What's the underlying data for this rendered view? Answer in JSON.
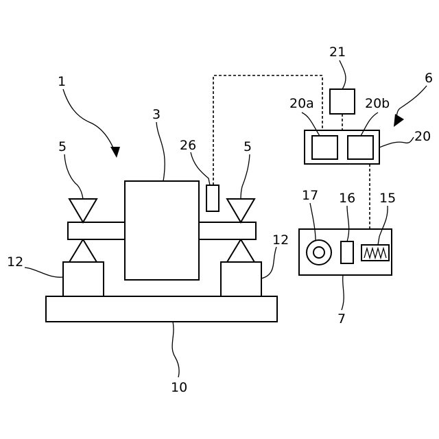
{
  "labels": {
    "assembly": "1",
    "body": "3",
    "support_left": "5",
    "support_right": "5",
    "system": "6",
    "unit": "7",
    "base": "10",
    "pedestal_left": "12",
    "pedestal_right": "12",
    "waveform": "15",
    "module_16": "16",
    "dial": "17",
    "controller": "20",
    "controller_a": "20a",
    "controller_b": "20b",
    "module_21": "21",
    "sensor": "26"
  },
  "colors": {
    "stroke": "#000000",
    "background": "#ffffff"
  }
}
